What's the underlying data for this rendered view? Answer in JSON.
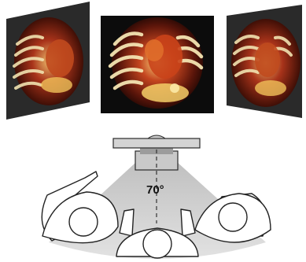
{
  "views": [
    {
      "name": "left-view"
    },
    {
      "name": "center-view"
    },
    {
      "name": "right-view"
    }
  ],
  "diagram": {
    "angle_label": "70°",
    "colors": {
      "cone": "#d2d2d2",
      "monitor": "#c9c9c9",
      "outline": "#2a2a2a",
      "volume_dark": "#3b0d05",
      "volume_mid": "#a8331a",
      "volume_bright": "#f3c25b"
    }
  }
}
